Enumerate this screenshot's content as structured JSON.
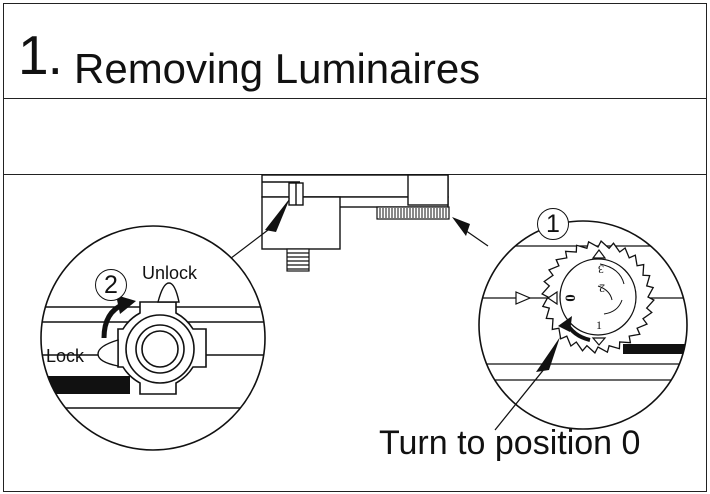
{
  "title": {
    "number": "1.",
    "text": "Removing Luminaires"
  },
  "labels": {
    "unlock": "Unlock",
    "lock": "Lock",
    "caption": "Turn to position 0"
  },
  "steps": {
    "step1": "1",
    "step2": "2"
  },
  "dial_marks": {
    "zero": "0",
    "one": "1",
    "two": "2",
    "three": "3"
  },
  "colors": {
    "line": "#111111",
    "background": "#ffffff"
  }
}
